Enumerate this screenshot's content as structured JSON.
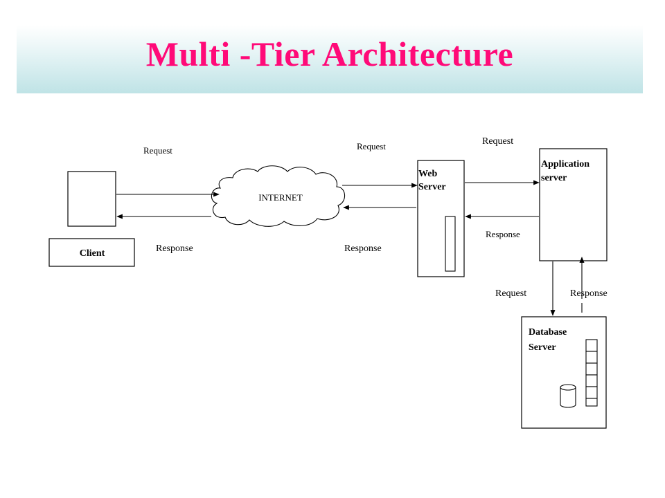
{
  "title": "Multi -Tier Architecture",
  "title_color": "#ff0a78",
  "nodes": {
    "client": "Client",
    "internet": "INTERNET",
    "web_server": [
      "Web",
      "Server"
    ],
    "app_server": [
      "Application",
      "server"
    ],
    "db_server": [
      "Database",
      "Server"
    ]
  },
  "edges": {
    "client_internet_request": "Request",
    "internet_client_response": "Response",
    "internet_web_request": "Request",
    "web_internet_response": "Response",
    "web_app_request": "Request",
    "app_web_response": "Response",
    "app_db_request": "Request",
    "db_app_response": "Response"
  }
}
